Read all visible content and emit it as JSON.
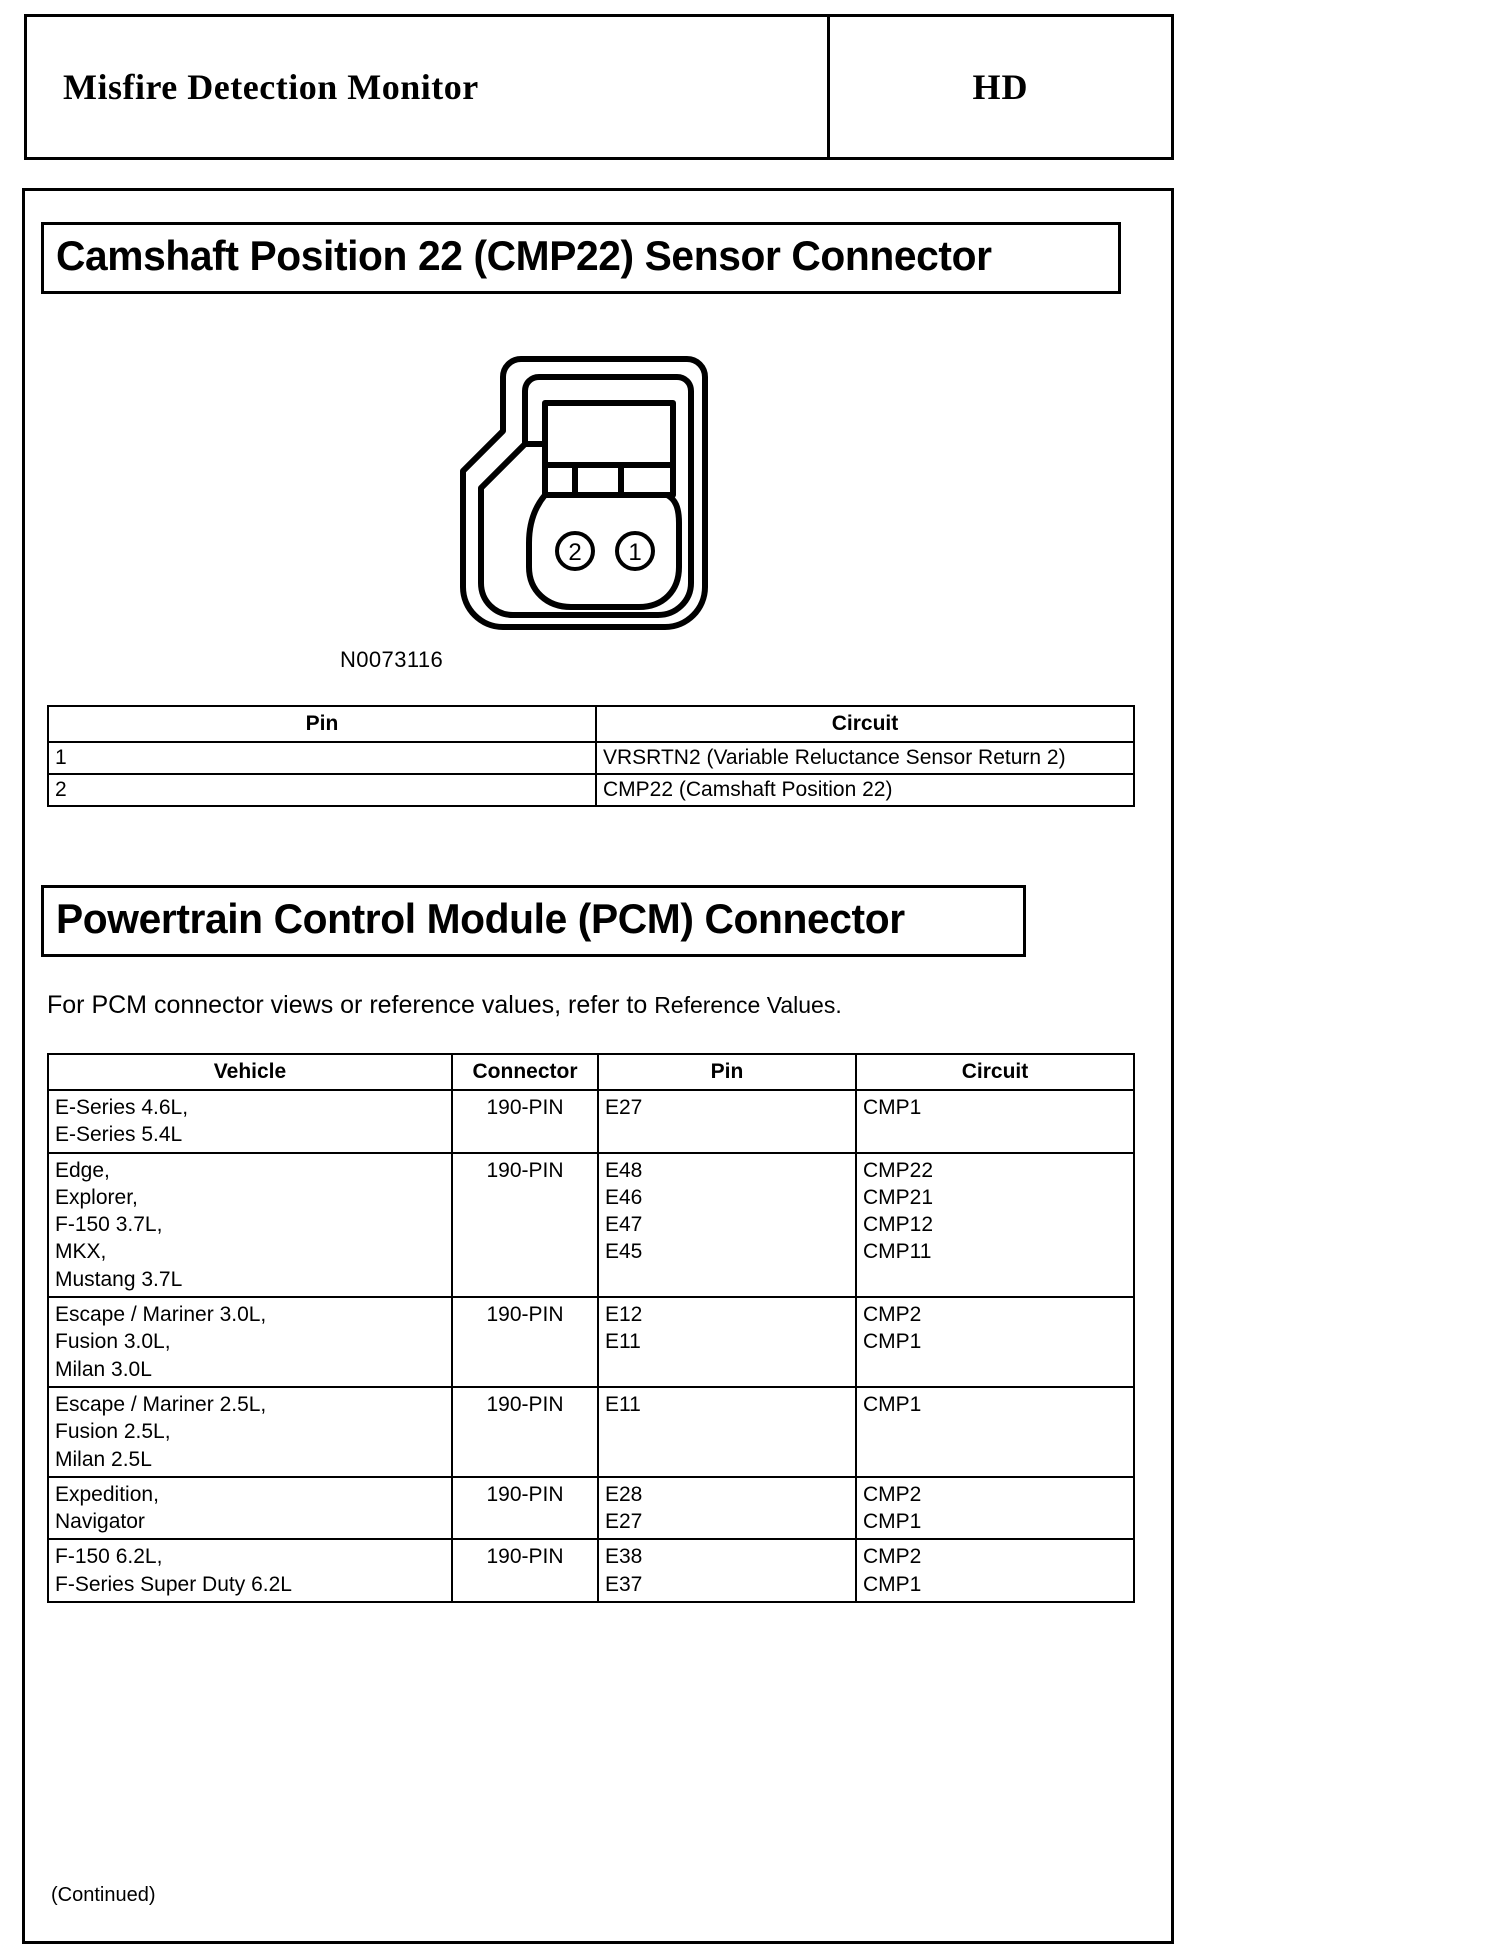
{
  "header": {
    "title": "Misfire Detection Monitor",
    "code": "HD"
  },
  "sections": {
    "cmp22": {
      "banner": "Camshaft Position 22 (CMP22) Sensor Connector",
      "part_number": "N0073116",
      "pins_on_drawing": [
        "2",
        "1"
      ],
      "table": {
        "headers": [
          "Pin",
          "Circuit"
        ],
        "rows": [
          {
            "pin": "1",
            "circuit": "VRSRTN2 (Variable Reluctance Sensor Return 2)"
          },
          {
            "pin": "2",
            "circuit": "CMP22 (Camshaft Position 22)"
          }
        ]
      }
    },
    "pcm": {
      "banner": "Powertrain Control Module (PCM) Connector",
      "note_prefix": "For PCM connector views or reference values, refer to ",
      "note_link": "Reference Values.",
      "table": {
        "headers": [
          "Vehicle",
          "Connector",
          "Pin",
          "Circuit"
        ],
        "rows": [
          {
            "vehicle": "E-Series 4.6L,\nE-Series 5.4L",
            "connector": "190-PIN",
            "pin": "E27",
            "circuit": "CMP1"
          },
          {
            "vehicle": "Edge,\nExplorer,\nF-150 3.7L,\nMKX,\nMustang 3.7L",
            "connector": "190-PIN",
            "pin": "E48\nE46\nE47\nE45",
            "circuit": "CMP22\nCMP21\nCMP12\nCMP11"
          },
          {
            "vehicle": "Escape / Mariner 3.0L,\nFusion 3.0L,\nMilan 3.0L",
            "connector": "190-PIN",
            "pin": "E12\nE11",
            "circuit": "CMP2\nCMP1"
          },
          {
            "vehicle": "Escape / Mariner 2.5L,\nFusion 2.5L,\nMilan 2.5L",
            "connector": "190-PIN",
            "pin": "E11",
            "circuit": "CMP1"
          },
          {
            "vehicle": "Expedition,\nNavigator",
            "connector": "190-PIN",
            "pin": "E28\nE27",
            "circuit": "CMP2\nCMP1"
          },
          {
            "vehicle": "F-150 6.2L,\nF-Series Super Duty 6.2L",
            "connector": "190-PIN",
            "pin": "E38\nE37",
            "circuit": "CMP2\nCMP1"
          }
        ]
      },
      "continued": "(Continued)"
    }
  },
  "colors": {
    "ink": "#000000",
    "paper": "#ffffff"
  }
}
